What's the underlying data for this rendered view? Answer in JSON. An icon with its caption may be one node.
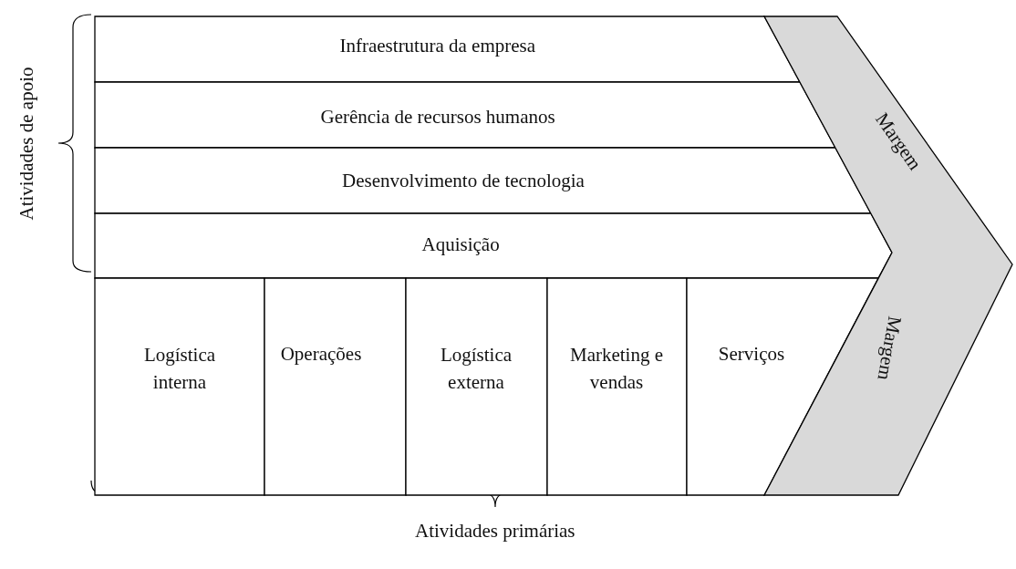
{
  "diagram": {
    "nodes": [
      {
        "text": [
          "Infraestrutura da empresa"
        ]
      },
      {
        "text": [
          "Gerência de recursos humanos"
        ]
      },
      {
        "text": [
          "Desenvolvimento de tecnologia"
        ]
      },
      {
        "text": [
          "Aquisição"
        ]
      },
      {
        "text": [
          "Logística interna"
        ]
      },
      {
        "text": [
          "Operações"
        ]
      },
      {
        "text": [
          "Logística externa"
        ]
      },
      {
        "text": [
          "Marketing e vendas"
        ]
      },
      {
        "text": [
          "Serviços"
        ]
      },
      {
        "text": [
          "Margem",
          "Margem"
        ]
      }
    ],
    "edges": [],
    "labels": [
      "Atividades de apoio",
      "Atividades primárias"
    ]
  }
}
